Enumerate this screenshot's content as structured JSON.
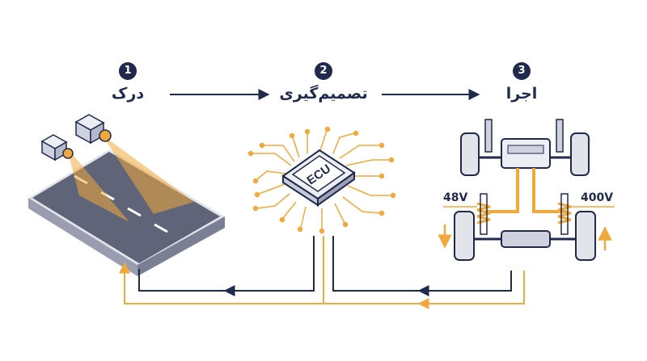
{
  "steps": [
    {
      "number": "1",
      "label": "درک"
    },
    {
      "number": "2",
      "label": "تصمیم‌گیری"
    },
    {
      "number": "3",
      "label": "اجرا"
    }
  ],
  "ecu": {
    "label": "ECU"
  },
  "actuation": {
    "left_voltage": "48V",
    "right_voltage": "400V"
  },
  "colors": {
    "navy": "#1f2a4d",
    "orange": "#f0a93a",
    "light_orange": "#f7d9a3",
    "road": "#6b7083"
  }
}
